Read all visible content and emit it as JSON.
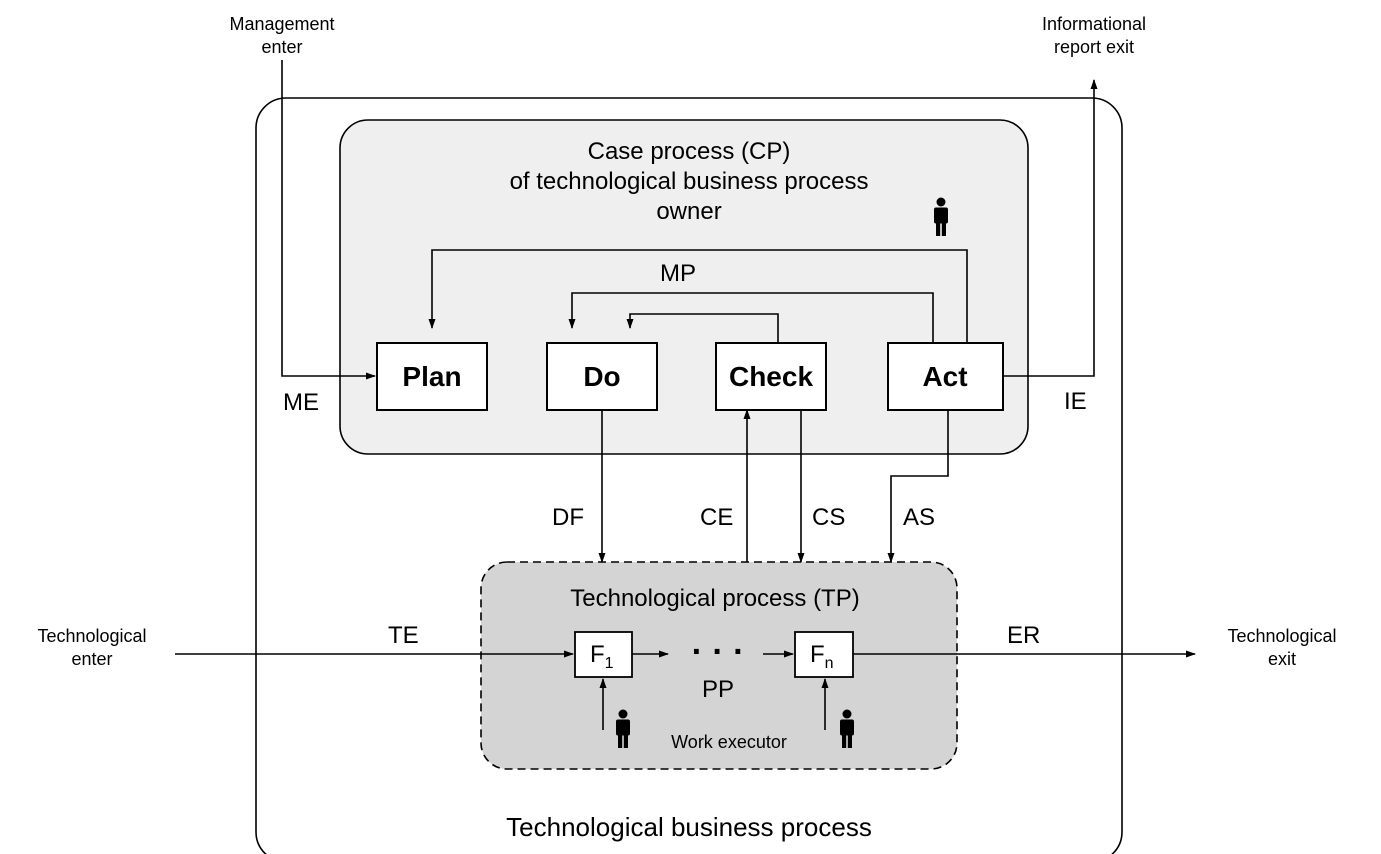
{
  "external": {
    "management_enter": [
      "Management",
      "enter"
    ],
    "informational_report_exit": [
      "Informational",
      "report exit"
    ],
    "technological_enter": [
      "Technological",
      "enter"
    ],
    "technological_exit": [
      "Technological",
      "exit"
    ]
  },
  "outer": {
    "title": "Technological business process"
  },
  "case_process": {
    "title": [
      "Case process (CP)",
      "of technological business process",
      "owner"
    ],
    "steps": {
      "plan": "Plan",
      "do": "Do",
      "check": "Check",
      "act": "Act"
    }
  },
  "tech_process": {
    "title": "Technological process (TP)",
    "f1": {
      "base": "F",
      "sub": "1"
    },
    "fn": {
      "base": "F",
      "sub": "n"
    },
    "ellipsis": "· · ·",
    "work_executor": "Work executor"
  },
  "flows": {
    "ME": "ME",
    "IE": "IE",
    "MP": "MP",
    "DF": "DF",
    "CE": "CE",
    "CS": "CS",
    "AS": "AS",
    "TE": "TE",
    "ER": "ER",
    "PP": "PP"
  },
  "icons": [
    "person-icon"
  ],
  "colors": {
    "case_fill": "#efefef",
    "tp_fill": "#d4d4d4",
    "stroke": "#000000"
  }
}
